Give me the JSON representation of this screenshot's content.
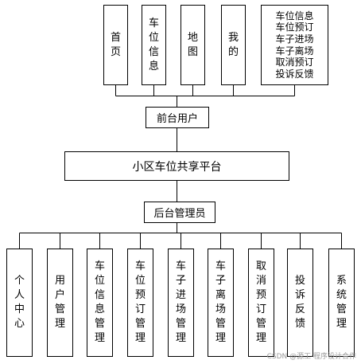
{
  "top_nodes": [
    {
      "label": "首页"
    },
    {
      "label": "车位信息"
    },
    {
      "label": "地图"
    },
    {
      "label": "我的"
    }
  ],
  "feature_list": [
    "车位信息",
    "车位预订",
    "车子进场",
    "车子离场",
    "取消预订",
    "投诉反馈"
  ],
  "front_user": "前台用户",
  "platform": "小区车位共享平台",
  "admin": "后台管理员",
  "bottom_nodes": [
    {
      "label": "个人中心"
    },
    {
      "label": "用户管理"
    },
    {
      "label": "车位信息管理"
    },
    {
      "label": "车位预订管理"
    },
    {
      "label": "车子进场管理"
    },
    {
      "label": "车子离场管理"
    },
    {
      "label": "取消预订管理"
    },
    {
      "label": "投诉反馈"
    },
    {
      "label": "系统管理"
    }
  ],
  "watermark": "CSDN @源工·程序设计合作"
}
